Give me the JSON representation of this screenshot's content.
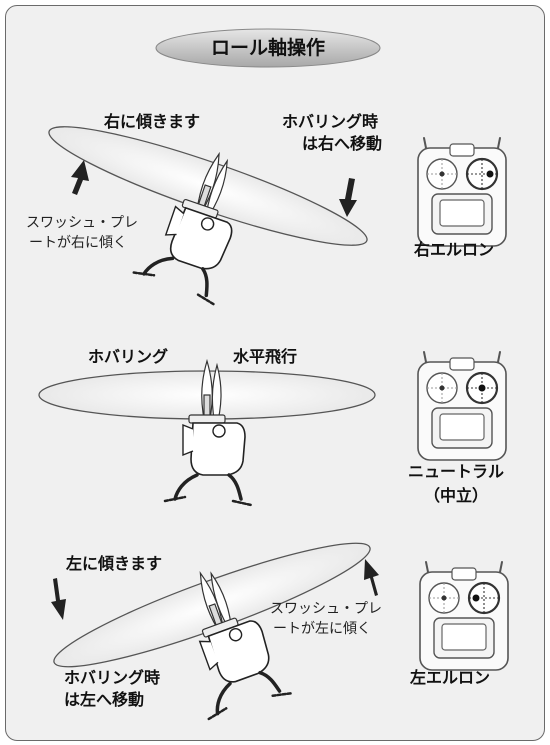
{
  "title": "ロール軸操作",
  "colors": {
    "panel": "#f0f0f0",
    "frame": "#6a6a6a",
    "ink": "#111111",
    "pill": "#b8b8b8"
  },
  "panels": [
    {
      "tilt_label": "右に傾きます",
      "motion_label": [
        "ホバリング時",
        "は右へ移動"
      ],
      "swash_label": [
        "スワッシュ・プレ",
        "ートが右に傾く"
      ],
      "stick_label": [
        "右エルロン"
      ]
    },
    {
      "hover_label": "ホバリング",
      "flight_label": "水平飛行",
      "stick_label": [
        "ニュートラル",
        "（中立）"
      ]
    },
    {
      "tilt_label": "左に傾きます",
      "motion_label": [
        "ホバリング時",
        "は左へ移動"
      ],
      "swash_label": [
        "スワッシュ・プレ",
        "ートが左に傾く"
      ],
      "stick_label": [
        "左エルロン"
      ]
    }
  ]
}
